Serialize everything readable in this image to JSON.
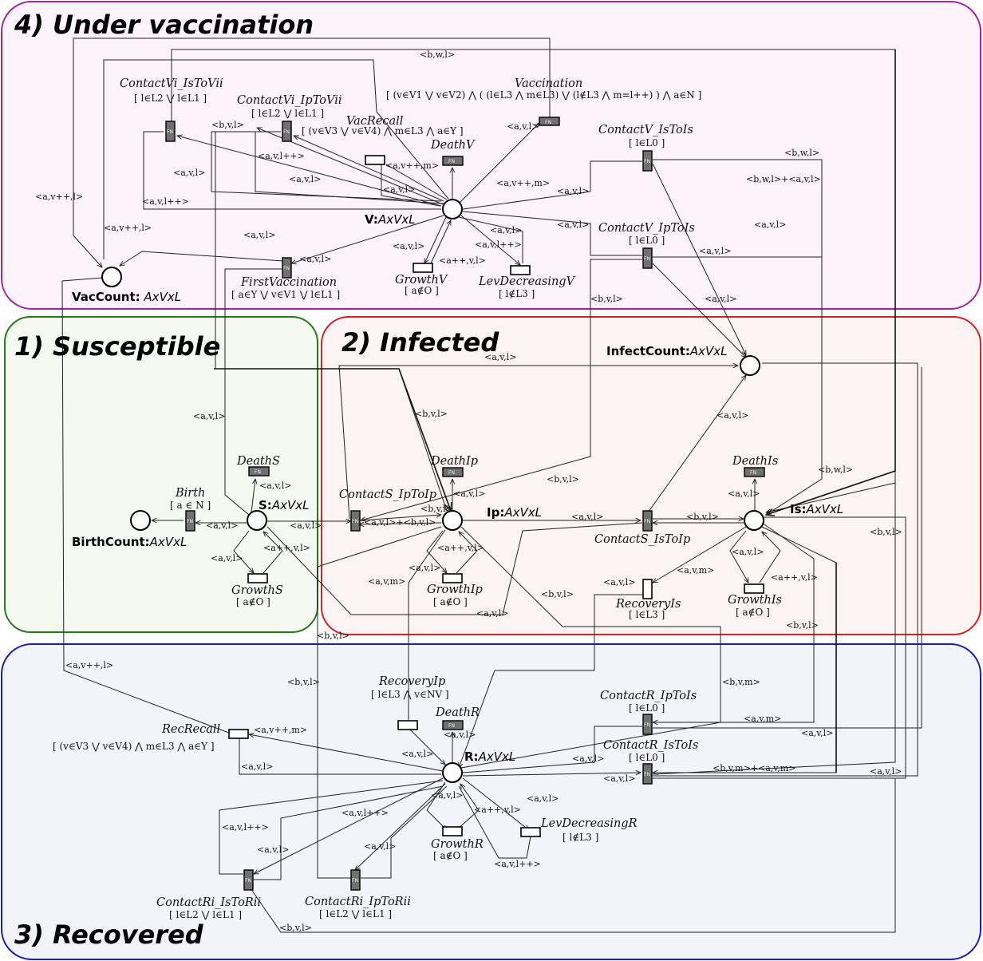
{
  "zones": {
    "vaccination": {
      "title": "4) Under vaccination",
      "color": "#a3249a",
      "fill": "#fdf3fb"
    },
    "susceptible": {
      "title": "1) Susceptible",
      "color": "#2a7a1f",
      "fill": "#f4f9f1"
    },
    "infected": {
      "title": "2) Infected",
      "color": "#d0222a",
      "fill": "#fcf4f3"
    },
    "recovered": {
      "title": "3) Recovered",
      "color": "#1a1fa8",
      "fill": "#f3f3fa"
    }
  },
  "places": {
    "vaccount": {
      "name": "VacCount:",
      "type": "AxVxL"
    },
    "v": {
      "name": "V:",
      "type": "AxVxL"
    },
    "birthcount": {
      "name": "BirthCount:",
      "type": "AxVxL"
    },
    "s": {
      "name": "S:",
      "type": "AxVxL"
    },
    "ip": {
      "name": "Ip:",
      "type": "AxVxL"
    },
    "is": {
      "name": "Is:",
      "type": "AxVxL"
    },
    "infectcount": {
      "name": "InfectCount:",
      "type": "AxVxL"
    },
    "r": {
      "name": "R:",
      "type": "AxVxL"
    }
  },
  "transitions": {
    "contact_vi_is_to_vii": {
      "name": "ContactVi_IsToVii",
      "guard": "[ l∈L2 ⋁ l∈L1 ]"
    },
    "contact_vi_ip_to_vii": {
      "name": "ContactVi_IpToVii",
      "guard": "[ l∈L2 ⋁ l∈L1 ]"
    },
    "vac_recall": {
      "name": "VacRecall",
      "guard": "[ (v∈V3 ⋁ v∈V4) ⋀ m∈L3 ⋀ a∈Y ]"
    },
    "vaccination": {
      "name": "Vaccination",
      "guard": "[ (v∈V1 ⋁ v∈V2) ⋀ ( (l∈L3 ⋀ m∈L3)  ⋁   (l∉L3 ⋀ m=l++) ) ⋀ a∈N ]"
    },
    "death_v": {
      "name": "DeathV"
    },
    "contact_v_is_to_is": {
      "name": "ContactV_IsToIs",
      "guard": "[ l∈L0 ]"
    },
    "contact_v_ip_to_is": {
      "name": "ContactV_IpToIs",
      "guard": "[ l∈L0 ]"
    },
    "first_vaccination": {
      "name": "FirstVaccination",
      "guard": "[ a∈Y ⋁ v∈V1 ⋁ l∈L1 ]"
    },
    "growth_v": {
      "name": "GrowthV",
      "guard": "[ a∉O ]"
    },
    "lev_decreasing_v": {
      "name": "LevDecreasingV",
      "guard": "[ l∉L3 ]"
    },
    "birth": {
      "name": "Birth",
      "guard": "[ a ∈ N ]"
    },
    "death_s": {
      "name": "DeathS"
    },
    "growth_s": {
      "name": "GrowthS",
      "guard": "[ a∉O ]"
    },
    "contact_s_ip_to_ip": {
      "name": "ContactS_IpToIp"
    },
    "death_ip": {
      "name": "DeathIp"
    },
    "growth_ip": {
      "name": "GrowthIp",
      "guard": "[ a∉O ]"
    },
    "contact_s_is_to_ip": {
      "name": "ContactS_IsToIp"
    },
    "death_is": {
      "name": "DeathIs"
    },
    "growth_is": {
      "name": "GrowthIs",
      "guard": "[ a∉O ]"
    },
    "recovery_is": {
      "name": "RecoveryIs",
      "guard": "[ l∈L3 ]"
    },
    "recovery_ip": {
      "name": "RecoveryIp",
      "guard": "[ l∈L3 ⋀ v∈NV ]"
    },
    "death_r": {
      "name": "DeathR"
    },
    "rec_recall": {
      "name": "RecRecall",
      "guard": "[ (v∈V3 ⋁ v∈V4) ⋀ m∈L3 ⋀ a∈Y ]"
    },
    "contact_r_ip_to_is": {
      "name": "ContactR_IpToIs",
      "guard": "[ l∈L0 ]"
    },
    "contact_r_is_to_is": {
      "name": "ContactR_IsToIs",
      "guard": "[ l∈L0 ]"
    },
    "growth_r": {
      "name": "GrowthR",
      "guard": "[ a∉O ]"
    },
    "lev_decreasing_r": {
      "name": "LevDecreasingR",
      "guard": "[ l∉L3 ]"
    },
    "contact_ri_is_to_rii": {
      "name": "ContactRi_IsToRii",
      "guard": "[ l∈L2 ⋁ l∈L1 ]"
    },
    "contact_ri_ip_to_rii": {
      "name": "ContactRi_IpToRii",
      "guard": "[ l∈L2 ⋁ l∈L1 ]"
    }
  },
  "fn_mark": "FN",
  "arc_labels": {
    "avl": "<a,v,l>",
    "bvl": "<b,v,l>",
    "bwl": "<b,w,l>",
    "avm": "<a,v,m>",
    "bvm": "<b,v,m>",
    "av_pp_l": "<a,v++,l>",
    "av_pp_m": "<a,v++,m>",
    "avl_pp": "<a,v,l++>",
    "a_pp_vl": "<a++,v,l>",
    "bwl_plus_avl": "<b,w,l>+<a,v,l>",
    "avl_plus_bvl": "<a,v,l>+<b,v,l>",
    "bvm_plus_avm": "<b,v,m>+<a,v,m>"
  }
}
